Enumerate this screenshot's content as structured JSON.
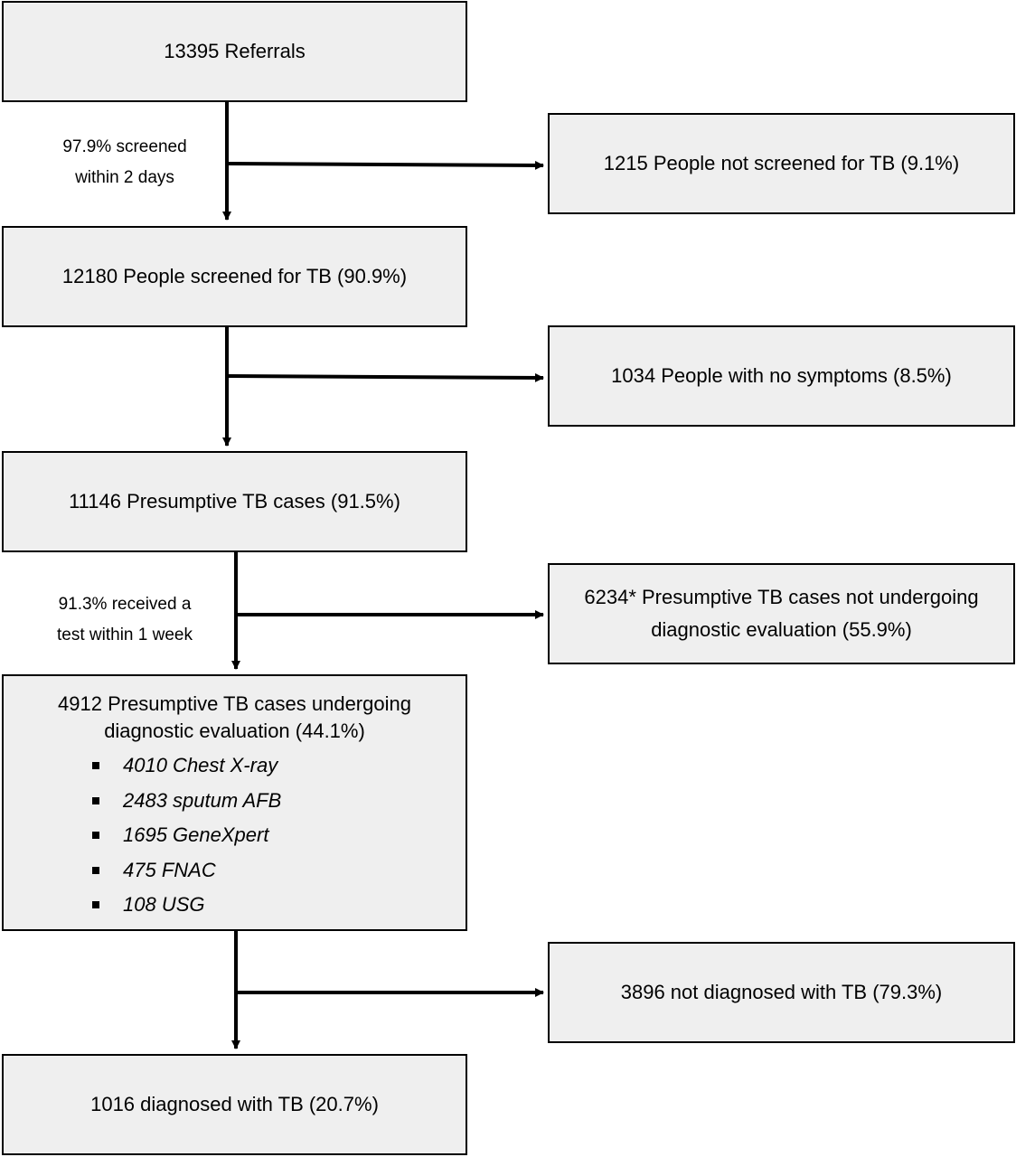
{
  "boxes": {
    "referrals": "13395 Referrals",
    "not_screened": "1215 People not screened for TB (9.1%)",
    "screened": "12180 People screened for TB (90.9%)",
    "no_symptoms": "1034 People with no symptoms (8.5%)",
    "presumptive": "11146 Presumptive TB cases (91.5%)",
    "not_evaluated": [
      "6234* Presumptive TB cases not undergoing",
      "diagnostic evaluation (55.9%)"
    ],
    "evaluated": {
      "title": [
        "4912 Presumptive TB cases undergoing",
        "diagnostic evaluation (44.1%)"
      ],
      "tests": [
        "4010 Chest X-ray",
        "2483 sputum AFB",
        "1695 GeneXpert",
        "475 FNAC",
        "108 USG"
      ]
    },
    "not_diagnosed": "3896 not diagnosed with TB (79.3%)",
    "diagnosed": "1016 diagnosed with TB (20.7%)"
  },
  "notes": {
    "screened_within": [
      "97.9% screened",
      "within 2 days"
    ],
    "tested_within": [
      "91.3% received a",
      "test within 1 week"
    ]
  }
}
